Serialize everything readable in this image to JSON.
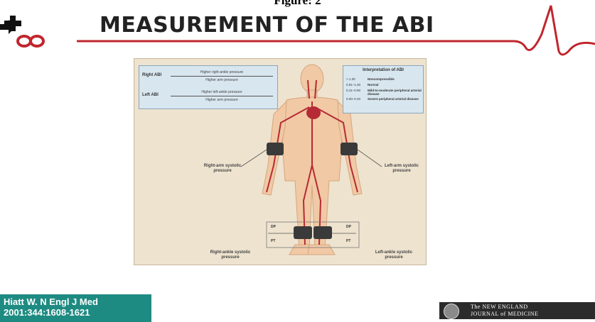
{
  "figure_label": "Figure: 2",
  "title": "MEASUREMENT OF THE ABI",
  "colors": {
    "accent_red": "#c0262d",
    "cuff": "#3a3a3a",
    "skin": "#f1c9a4",
    "box_fill": "#d8e6ef",
    "citation_bg": "#1e8b82"
  },
  "formulas": {
    "right": {
      "label": "Right ABI",
      "numerator": "Higher right-ankle pressure",
      "denominator": "Higher arm pressure"
    },
    "left": {
      "label": "Left ABI",
      "numerator": "Higher left-ankle pressure",
      "denominator": "Higher arm pressure"
    }
  },
  "interpretation": {
    "title": "Interpretation of ABI",
    "rows": [
      {
        "range": "> 1.30",
        "meaning": "Noncompressible"
      },
      {
        "range": "0.91–1.30",
        "meaning": "Normal"
      },
      {
        "range": "0.41–0.90",
        "meaning": "Mild-to-moderate peripheral arterial disease"
      },
      {
        "range": "0.00–0.40",
        "meaning": "Severe peripheral arterial disease"
      }
    ]
  },
  "callouts": {
    "right_arm": "Right-arm systolic pressure",
    "left_arm": "Left-arm systolic pressure",
    "right_ankle": "Right-ankle systolic pressure",
    "left_ankle": "Left-ankle systolic pressure"
  },
  "cuff_labels": {
    "dp": "DP",
    "pt": "PT"
  },
  "citation": {
    "line1": "Hiatt W. N Engl J Med",
    "line2": "2001:344:1608-1621"
  },
  "journal": {
    "line1": "The NEW ENGLAND",
    "line2": "JOURNAL of MEDICINE"
  }
}
